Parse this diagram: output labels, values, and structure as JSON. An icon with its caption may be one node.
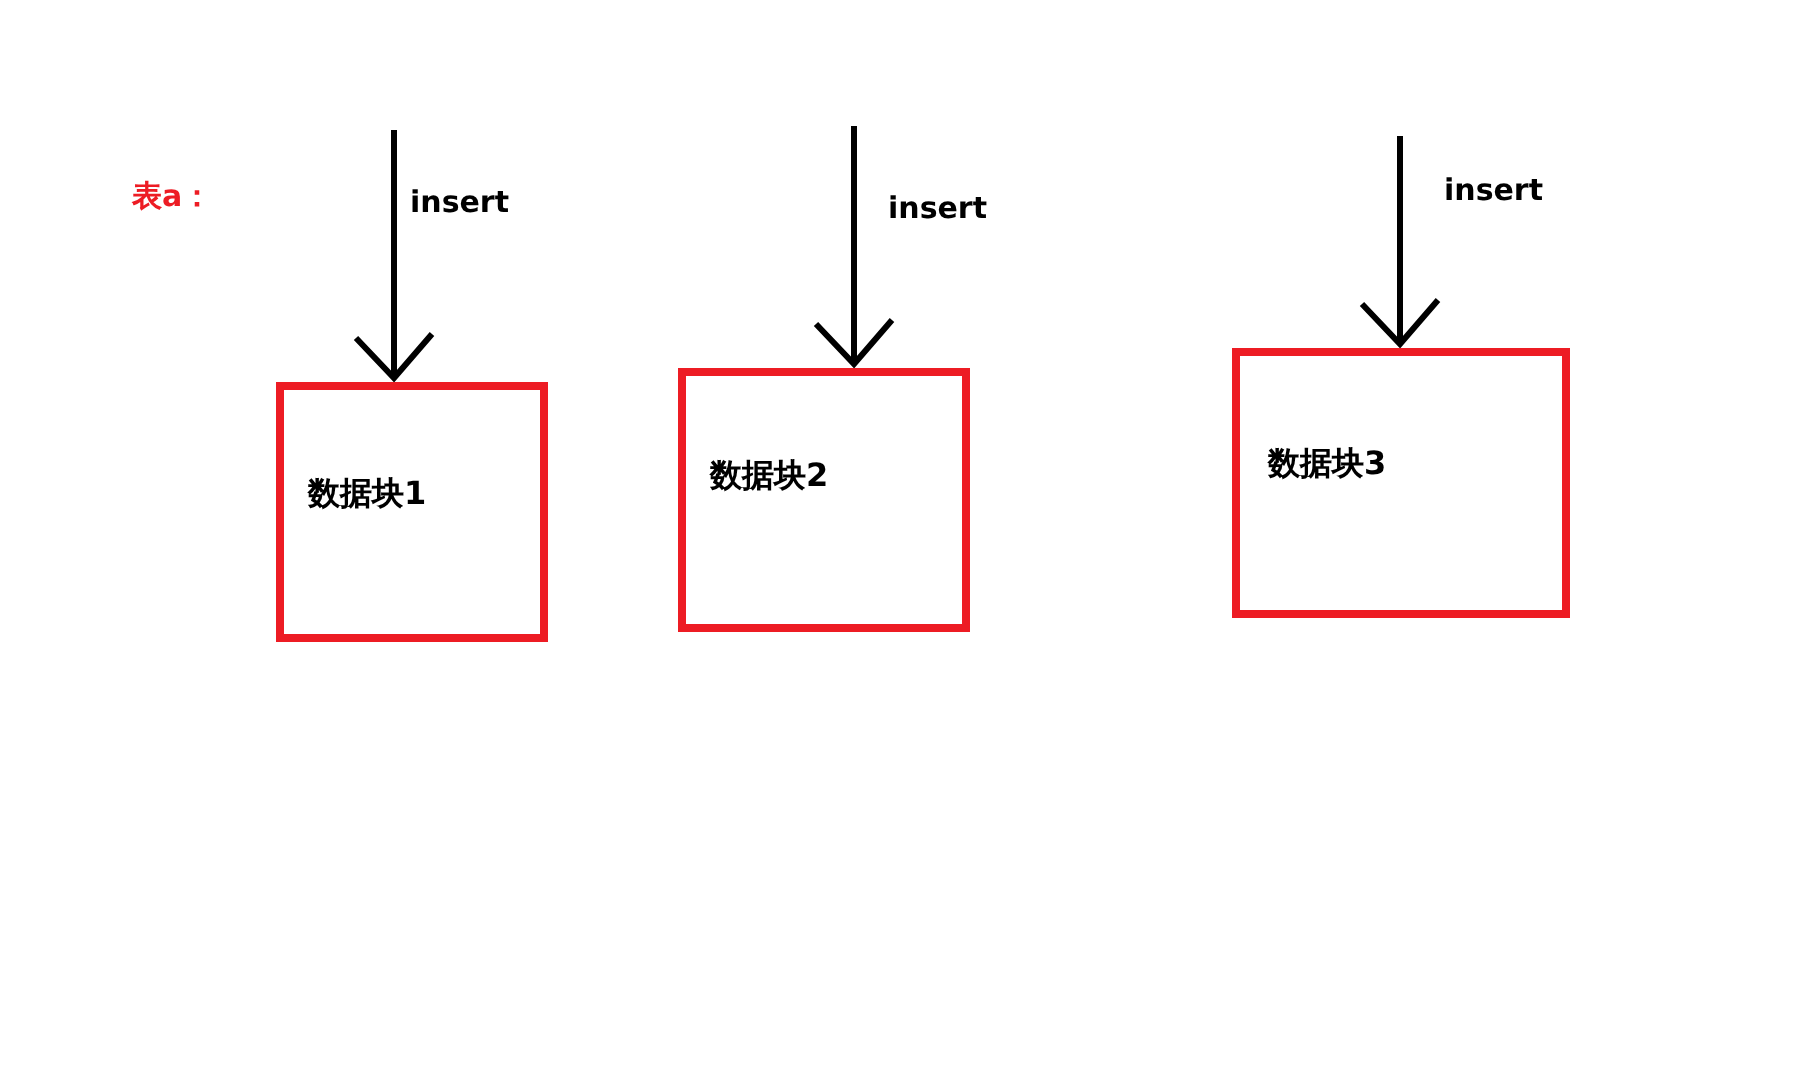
{
  "diagram": {
    "nodes": [
      {
        "text": [
          "数据块1"
        ]
      },
      {
        "text": [
          "数据块2"
        ]
      },
      {
        "text": [
          "数据块3"
        ]
      }
    ],
    "edges": [
      {
        "from": null,
        "to": 0,
        "arrow": "to",
        "label": "insert"
      },
      {
        "from": null,
        "to": 1,
        "arrow": "to",
        "label": "insert"
      },
      {
        "from": null,
        "to": 2,
        "arrow": "to",
        "label": "insert"
      }
    ],
    "labels": [
      "表a："
    ]
  }
}
